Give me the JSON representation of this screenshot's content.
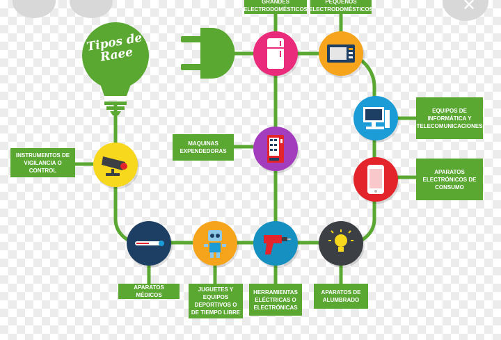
{
  "title": {
    "line1": "Tipos de",
    "line2": "Raee"
  },
  "labels": {
    "grandes": "Grandes electrodomésticos",
    "pequenos": "Pequeños electrodomésticos",
    "informatica": "Equipos de informática y telecomunicaciones",
    "consumo": "Aparatos electrónicos de consumo",
    "maquinas": "Maquinas expendedoras",
    "vigilancia": "Instrumentos de vigilancia o control",
    "medicos": "Aparatos médicos",
    "juguetes": "Juguetes y equipos deportivos o de tiempo libre",
    "herramientas": "Herramientas eléctricas o electrónicas",
    "alumbrado": "Aparatos de alumbrado"
  },
  "colors": {
    "line": "#5aa832",
    "pink": "#ea2a7b",
    "orange": "#f6a41b",
    "blue": "#1c9cd6",
    "red": "#e4242b",
    "purple": "#a43dbd",
    "yellow": "#f7d81c",
    "navy": "#1d3f63",
    "teal": "#1690c0",
    "dark": "#3c3f44"
  }
}
